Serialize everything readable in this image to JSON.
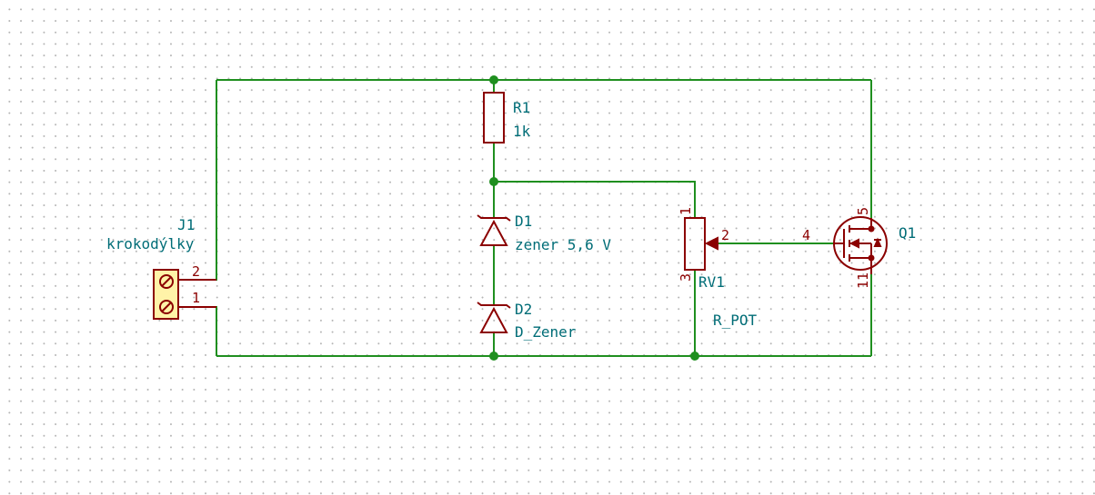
{
  "components": {
    "j1": {
      "ref": "J1",
      "value": "krokodýlky",
      "pins": [
        "2",
        "1"
      ]
    },
    "r1": {
      "ref": "R1",
      "value": "1k"
    },
    "d1": {
      "ref": "D1",
      "value": "zener 5,6 V"
    },
    "d2": {
      "ref": "D2",
      "value": "D_Zener"
    },
    "rv1": {
      "ref": "RV1",
      "value": "R_POT",
      "pins": [
        "1",
        "2",
        "3"
      ]
    },
    "q1": {
      "ref": "Q1",
      "pins": [
        "4",
        "5",
        "11"
      ]
    }
  },
  "colors": {
    "wire": "#1f8f1f",
    "component": "#8b0000",
    "label": "#006d77",
    "connector_fill": "#fff3a8",
    "grid": "#b4b4b4"
  }
}
